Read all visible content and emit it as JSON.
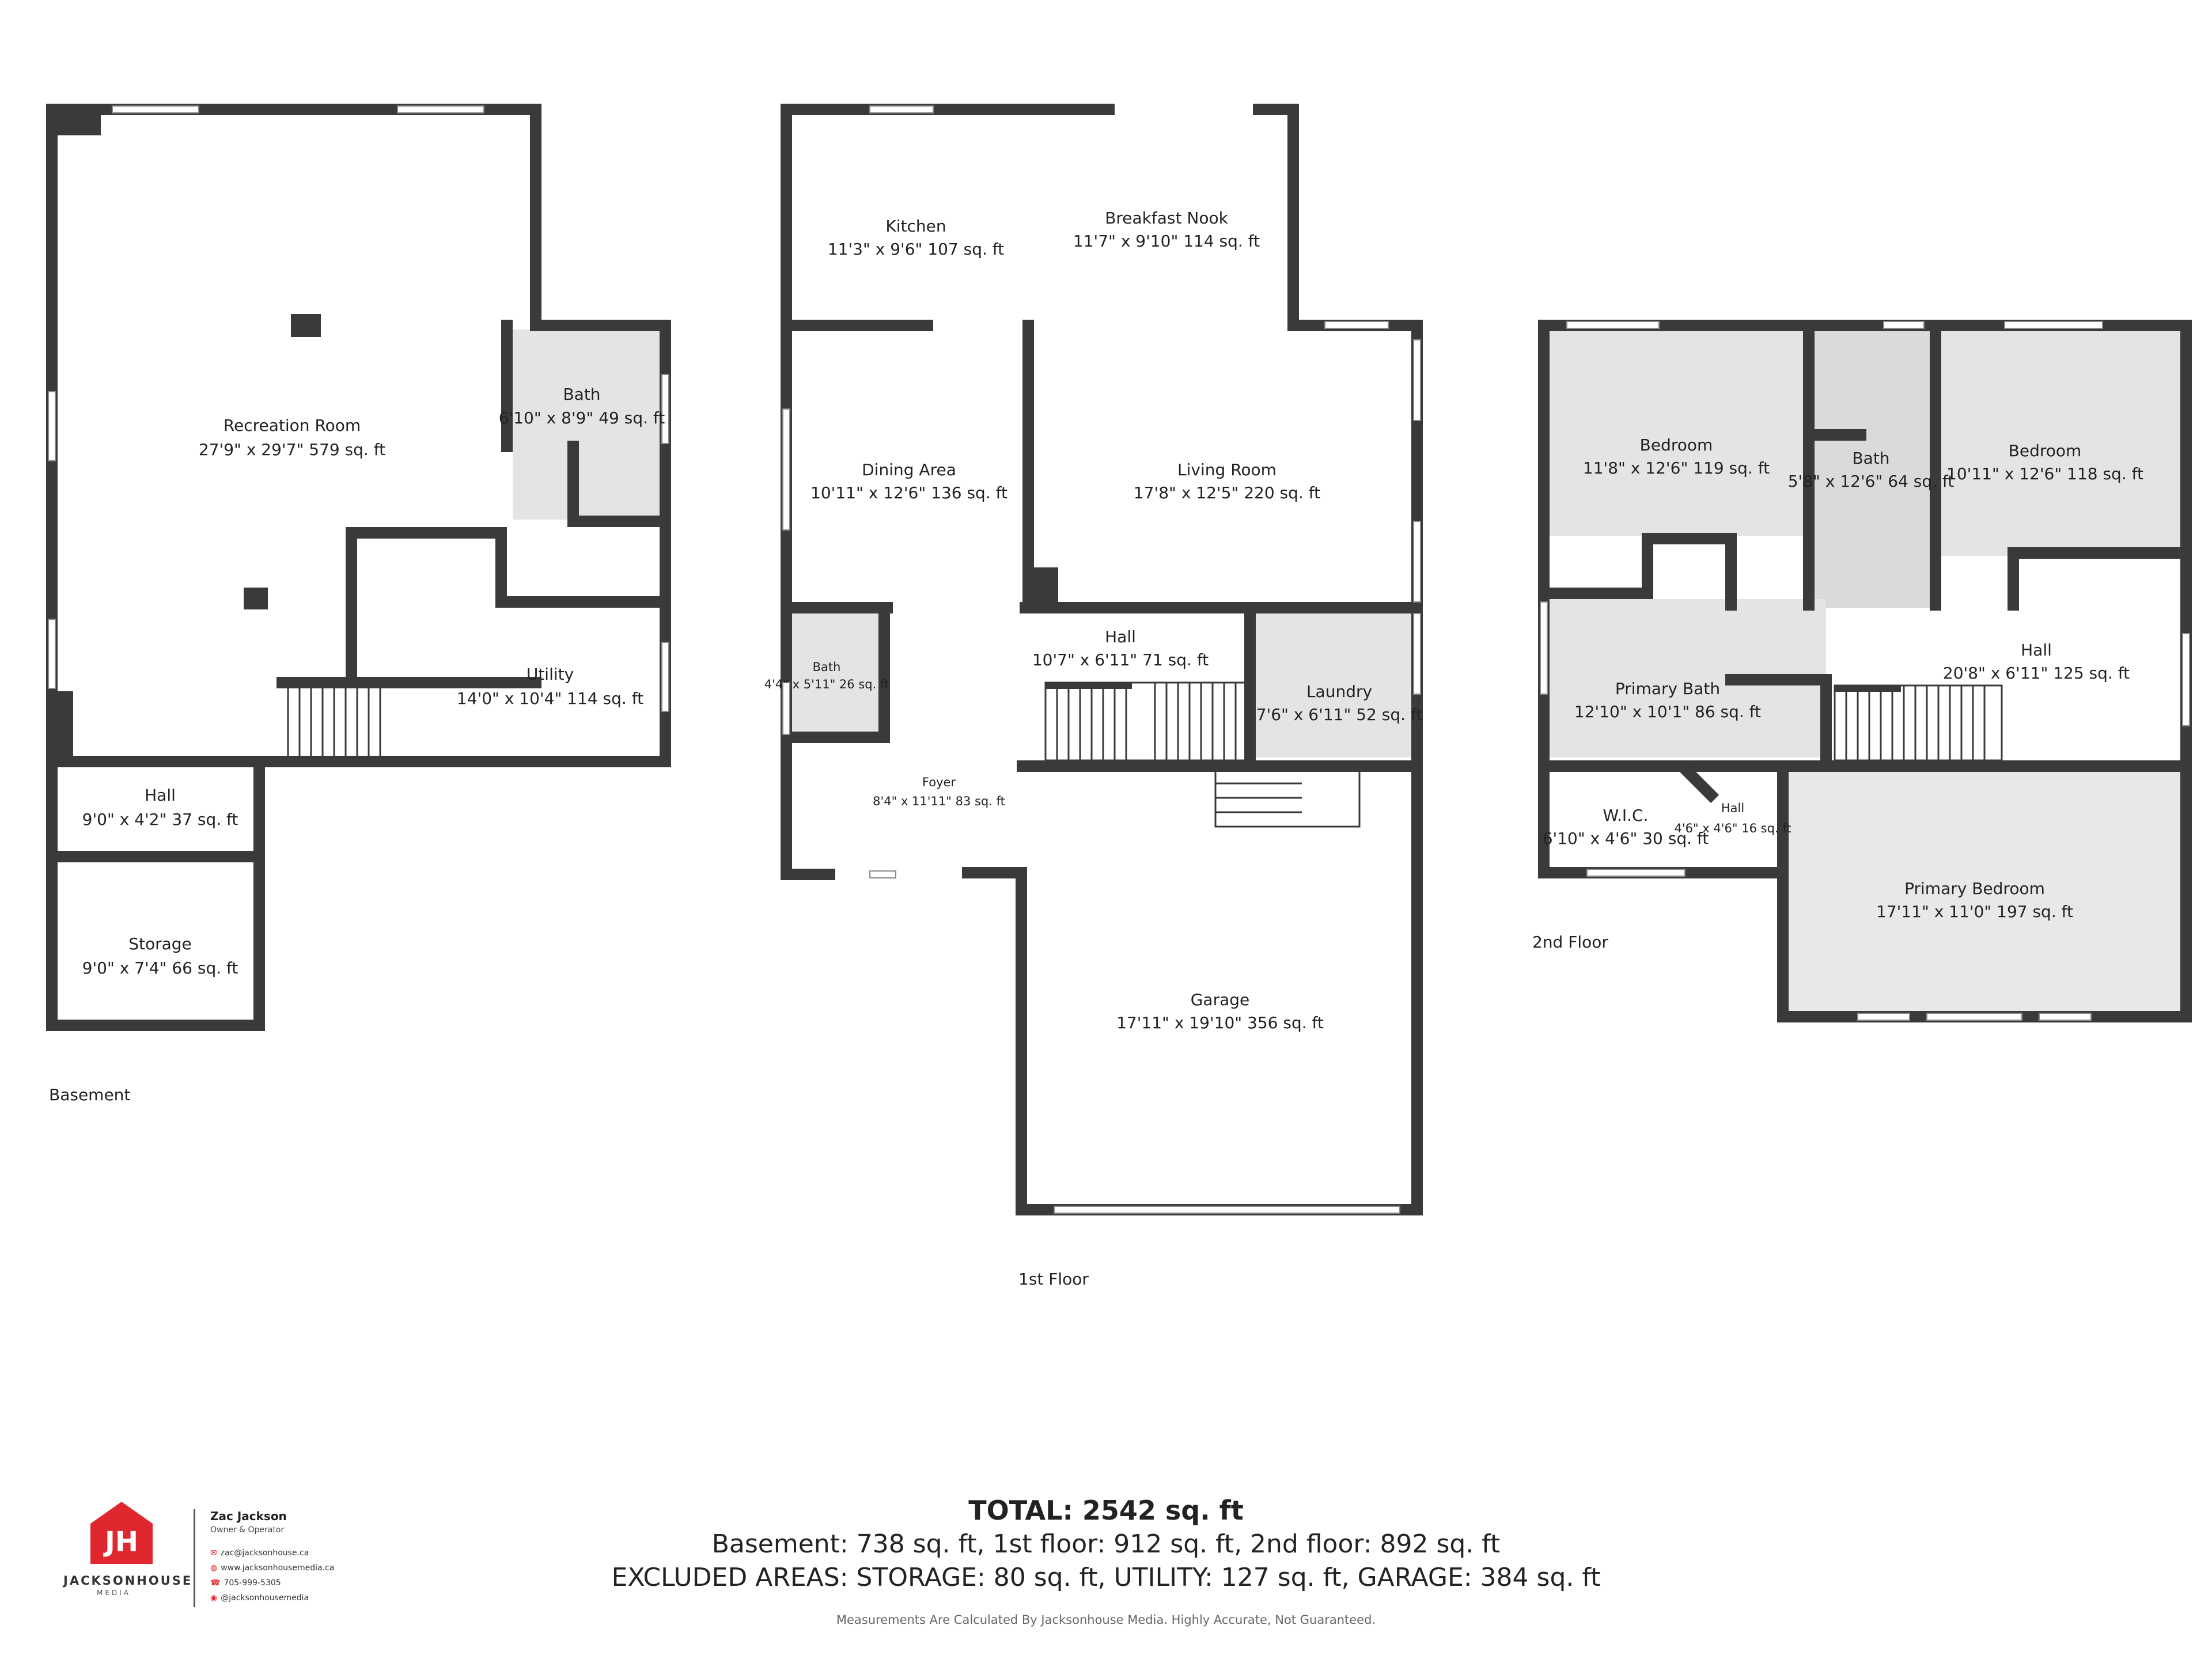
{
  "floors": {
    "basement": "Basement",
    "first": "1st Floor",
    "second": "2nd Floor"
  },
  "rooms": {
    "basement_recreation": {
      "name": "Recreation Room",
      "dims": "27'9\" x 29'7\" 579 sq. ft"
    },
    "basement_bath": {
      "name": "Bath",
      "dims": "6'10\" x 8'9\" 49 sq. ft"
    },
    "basement_utility": {
      "name": "Utility",
      "dims": "14'0\" x 10'4\" 114 sq. ft"
    },
    "basement_hall": {
      "name": "Hall",
      "dims": "9'0\" x 4'2\" 37 sq. ft"
    },
    "basement_storage": {
      "name": "Storage",
      "dims": "9'0\" x 7'4\" 66 sq. ft"
    },
    "first_kitchen": {
      "name": "Kitchen",
      "dims": "11'3\" x 9'6\" 107 sq. ft"
    },
    "first_nook": {
      "name": "Breakfast Nook",
      "dims": "11'7\" x 9'10\" 114 sq. ft"
    },
    "first_dining": {
      "name": "Dining Area",
      "dims": "10'11\" x 12'6\" 136 sq. ft"
    },
    "first_living": {
      "name": "Living Room",
      "dims": "17'8\" x 12'5\" 220 sq. ft"
    },
    "first_hall": {
      "name": "Hall",
      "dims": "10'7\" x 6'11\" 71 sq. ft"
    },
    "first_bath": {
      "name": "Bath",
      "dims": "4'4\" x 5'11\" 26 sq. ft"
    },
    "first_laundry": {
      "name": "Laundry",
      "dims": "7'6\" x 6'11\" 52 sq. ft"
    },
    "first_foyer": {
      "name": "Foyer",
      "dims": "8'4\" x 11'11\" 83 sq. ft"
    },
    "first_garage": {
      "name": "Garage",
      "dims": "17'11\" x 19'10\" 356 sq. ft"
    },
    "second_bedroom1": {
      "name": "Bedroom",
      "dims": "11'8\" x 12'6\" 119 sq. ft"
    },
    "second_bath": {
      "name": "Bath",
      "dims": "5'8\" x 12'6\" 64 sq. ft"
    },
    "second_bedroom2": {
      "name": "Bedroom",
      "dims": "10'11\" x 12'6\" 118 sq. ft"
    },
    "second_primary_bath": {
      "name": "Primary Bath",
      "dims": "12'10\" x 10'1\" 86 sq. ft"
    },
    "second_hall": {
      "name": "Hall",
      "dims": "20'8\" x 6'11\" 125 sq. ft"
    },
    "second_wic": {
      "name": "W.I.C.",
      "dims": "6'10\" x 4'6\" 30 sq. ft"
    },
    "second_small_hall": {
      "name": "Hall",
      "dims": "4'6\" x 4'6\" 16 sq. ft"
    },
    "second_primary_bedroom": {
      "name": "Primary Bedroom",
      "dims": "17'11\" x 11'0\" 197 sq. ft"
    }
  },
  "summary": {
    "total": "TOTAL: 2542 sq. ft",
    "breakdown": "Basement: 738 sq. ft, 1st floor: 912 sq. ft, 2nd floor: 892 sq. ft",
    "excluded": "EXCLUDED AREAS: STORAGE: 80 sq. ft, UTILITY: 127 sq. ft, GARAGE: 384 sq. ft",
    "disclaimer": "Measurements Are Calculated By Jacksonhouse Media. Highly Accurate, Not Guaranteed."
  },
  "branding": {
    "logo_letters": "JH",
    "company": "JACKSONHOUSE",
    "company_sub": "MEDIA",
    "owner": "Zac Jackson",
    "role": "Owner & Operator",
    "email": "zac@jacksonhouse.ca",
    "website": "www.jacksonhousemedia.ca",
    "phone": "705-999-5305",
    "social": "@jacksonhousemedia",
    "brand_color": "#e0262f"
  },
  "colors": {
    "wall": "#3a3a3a",
    "room_shaded": "#e4e4e4",
    "room_plain": "#ffffff"
  }
}
